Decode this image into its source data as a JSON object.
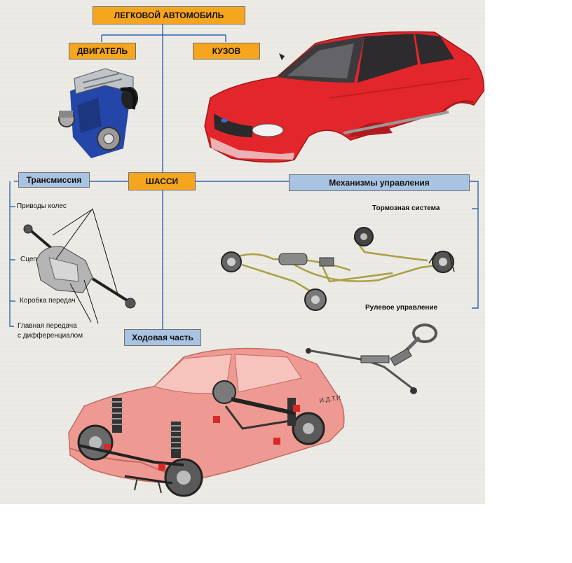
{
  "boxes": {
    "car": "ЛЕГКОВОЙ АВТОМОБИЛЬ",
    "engine": "ДВИГАТЕЛЬ",
    "body": "КУЗОВ",
    "chassis": "ШАССИ",
    "transmission": "Трансмиссия",
    "controls": "Механизмы управления",
    "running_gear": "Ходовая часть"
  },
  "transmission_parts": {
    "drives": "Приводы колес",
    "clutch": "Сцепление",
    "gearbox": "Коробка передач",
    "final_drive_line1": "Главная передача",
    "final_drive_line2": "с дифференциалом"
  },
  "control_parts": {
    "brakes": "Тормозная система",
    "steering": "Рулевое управление"
  },
  "watermark": "И.Д.Т.Р.",
  "colors": {
    "orange_box": "#f6a51e",
    "blue_box": "#a9c4e2",
    "connector_line": "#2f63b2",
    "car_red": "#e3262b",
    "car_pink": "#ee9a92"
  }
}
